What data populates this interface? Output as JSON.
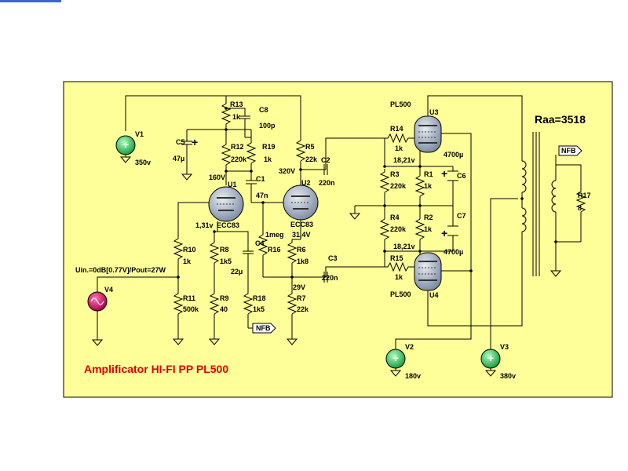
{
  "schematic": {
    "title": "Amplificator HI-FI PP PL500",
    "raa_label": "Raa=3518",
    "input_label": "Uin.=0dB[0.77V]/Pout=27W",
    "nfb_tag": "NFB",
    "sources": {
      "V1": {
        "name": "V1",
        "value": "350v"
      },
      "V2": {
        "name": "V2",
        "value": "180v"
      },
      "V3": {
        "name": "V3",
        "value": "380v"
      },
      "V4": {
        "name": "V4"
      }
    },
    "tubes": {
      "U1": {
        "name": "U1",
        "type": "ECC83"
      },
      "U2": {
        "name": "U2",
        "type": "ECC83"
      },
      "U3": {
        "name": "U3",
        "type": "PL500"
      },
      "U4": {
        "name": "U4",
        "type": "PL500"
      }
    },
    "resistors": {
      "R1": {
        "name": "R1",
        "value": "1k"
      },
      "R2": {
        "name": "R2",
        "value": "1k"
      },
      "R3": {
        "name": "R3",
        "value": "220k"
      },
      "R4": {
        "name": "R4",
        "value": "220k"
      },
      "R5": {
        "name": "R5",
        "value": "22k"
      },
      "R6": {
        "name": "R6",
        "value": "1k8"
      },
      "R7": {
        "name": "R7",
        "value": "22k"
      },
      "R8": {
        "name": "R8",
        "value": "1k5"
      },
      "R9": {
        "name": "R9",
        "value": "40"
      },
      "R10": {
        "name": "R10",
        "value": "1k"
      },
      "R11": {
        "name": "R11",
        "value": "500k"
      },
      "R12": {
        "name": "R12",
        "value": "220k"
      },
      "R13": {
        "name": "R13",
        "value": "1k"
      },
      "R14": {
        "name": "R14",
        "value": "1k"
      },
      "R15": {
        "name": "R15",
        "value": "1k"
      },
      "R16": {
        "name": "R16",
        "value": "1meg"
      },
      "R17": {
        "name": "R17",
        "value": "8"
      },
      "R18": {
        "name": "R18",
        "value": "1k5"
      },
      "R19": {
        "name": "R19",
        "value": "1k"
      }
    },
    "capacitors": {
      "C1": {
        "name": "C1",
        "value": "47n"
      },
      "C2": {
        "name": "C2",
        "value": "220n"
      },
      "C3": {
        "name": "C3",
        "value": "220n"
      },
      "C4": {
        "name": "C4",
        "value": "22µ"
      },
      "C5": {
        "name": "C5",
        "value": "47µ"
      },
      "C6": {
        "name": "C6",
        "value": "4700µ"
      },
      "C7": {
        "name": "C7",
        "value": "4700µ"
      },
      "C8": {
        "name": "C8",
        "value": "100p"
      }
    },
    "node_voltages": {
      "u1_plate": "160V",
      "u1_cathode": "1,31v",
      "u2_plate": "320V",
      "u2_cathode": "31,4V",
      "u2_tail": "29V",
      "u3_grid": "18,21v",
      "u4_grid": "18,21v"
    },
    "colors": {
      "frame": "#ffff99",
      "source_green": "#33cc55",
      "source_pink": "#dd1166",
      "tube_fill": "#9aa6b8",
      "title_red": "#e00000"
    }
  }
}
